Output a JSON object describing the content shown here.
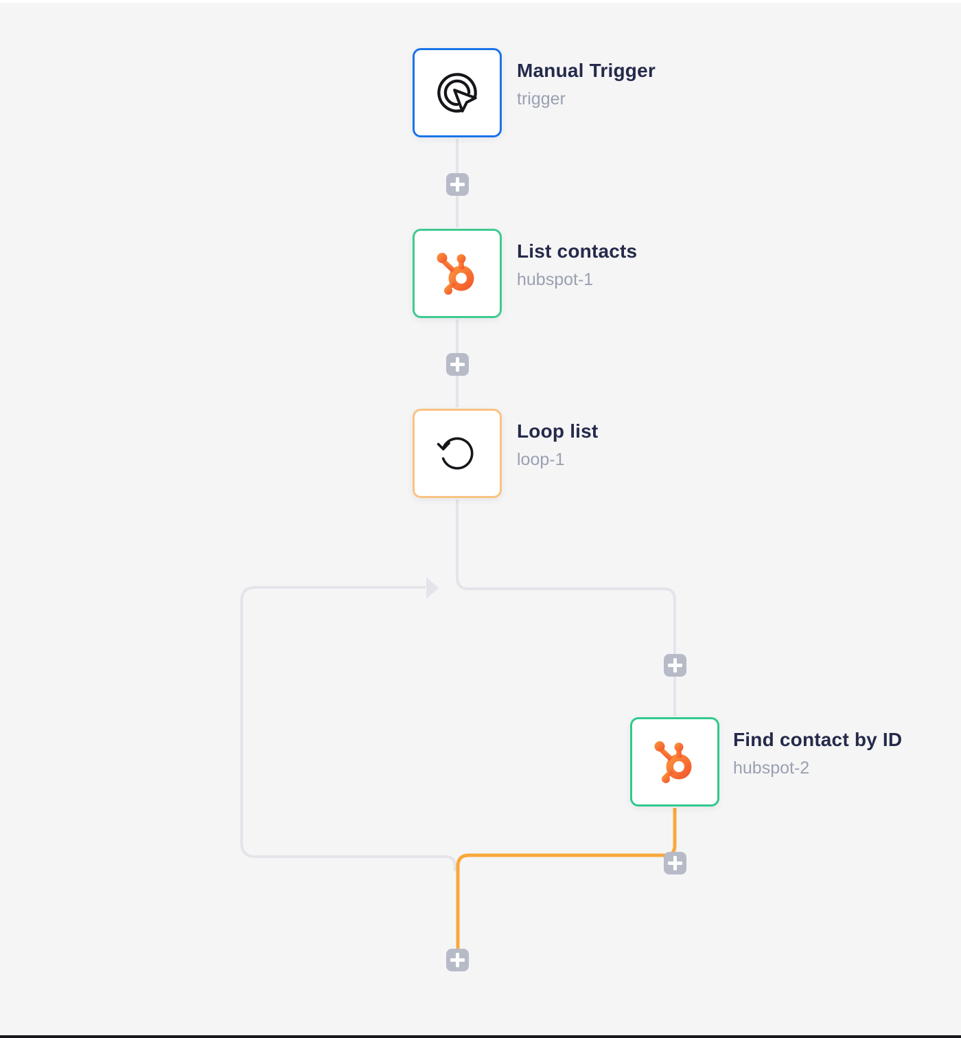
{
  "canvas": {
    "background": "#f5f5f6",
    "top_strip_color": "#ffffff",
    "bottom_strip_color": "#17171c",
    "connector_color": "#e4e4ea",
    "active_connector_color": "#f9a83c",
    "plus_button_color": "#b6bbc7",
    "plus_glyph_color": "#ffffff"
  },
  "nodes": [
    {
      "title": "Manual Trigger",
      "subtitle": "trigger",
      "border_color": "#1a73e8",
      "icon": "click-icon"
    },
    {
      "title": "List contacts",
      "subtitle": "hubspot-1",
      "border_color": "#3fca8f",
      "icon": "hubspot-icon"
    },
    {
      "title": "Loop list",
      "subtitle": "loop-1",
      "border_color": "#f9c380",
      "icon": "loop-icon"
    },
    {
      "title": "Find contact by ID",
      "subtitle": "hubspot-2",
      "border_color": "#2fc98c",
      "icon": "hubspot-icon"
    }
  ],
  "hubspot_brand": {
    "gradient_start": "#fb9a3f",
    "gradient_end": "#f4502a"
  },
  "icon_color": "#16161a"
}
